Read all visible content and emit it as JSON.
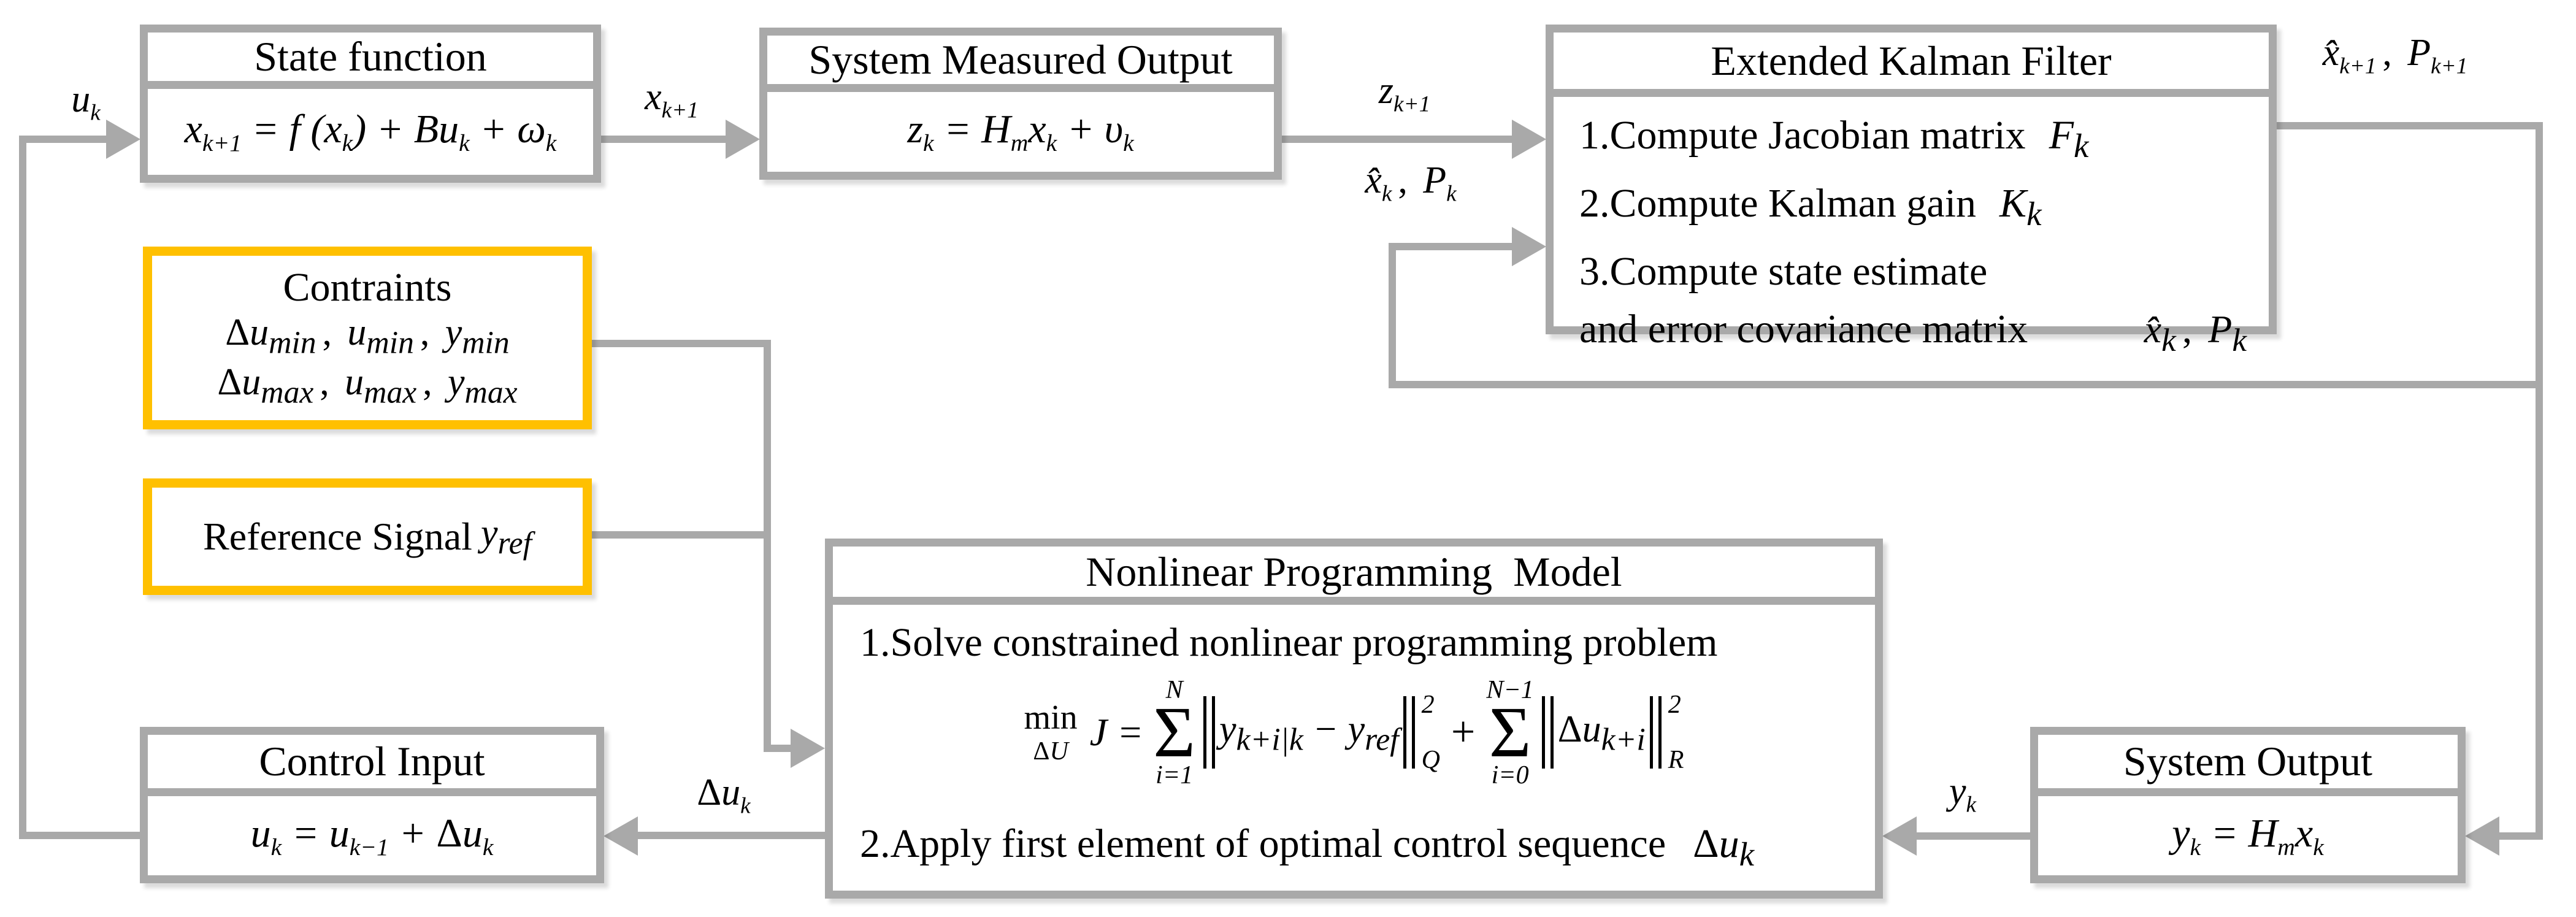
{
  "diagram": {
    "colors": {
      "line": "#a9a9a9",
      "accent": "#ffc000",
      "text": "#000000",
      "background": "#ffffff"
    },
    "boxes": {
      "state_fn": {
        "title": "State function",
        "formula": "x_{k+1} = f (x_{k}) + Bu_{k} + ω_{k}"
      },
      "measured_output": {
        "title": "System Measured Output",
        "formula": "z_{k} = H_{m}x_{k} + υ_{k}"
      },
      "ekf": {
        "title": "Extended Kalman Filter",
        "lines": [
          {
            "text": "1.Compute Jacobian matrix",
            "math": "F_{k}"
          },
          {
            "text": "2.Compute Kalman gain",
            "math": "K_{k}"
          },
          {
            "text": "3.Compute state estimate",
            "math": ""
          },
          {
            "text": "and error covariance matrix",
            "math": ""
          }
        ],
        "side_label": "x̂_{k}、 P_{k}"
      },
      "constraints": {
        "title": "Contraints",
        "line1": "Δu_{min}、 u_{min}、 y_{min}",
        "line2": "Δu_{max}、 u_{max}、 y_{max}"
      },
      "reference": {
        "label": "Reference Signal",
        "math": "y_{ref}"
      },
      "control_input": {
        "title": "Control Input",
        "formula": "u_{k} = u_{k−1} + Δu_{k}"
      },
      "npm": {
        "title": "Nonlinear Programming  Model",
        "item1": "1.Solve constrained nonlinear programming problem",
        "item2": "2.Apply first element of optimal control sequence",
        "item2_math": "Δu_{k}",
        "objective": {
          "min_top": "min",
          "min_bottom": "ΔU",
          "lhs": "J =",
          "sigma": "Σ",
          "sum1_top": "N",
          "sum1_bottom": "i=1",
          "norm1_body": "y_{k+i|k} − y_{ref}",
          "norm1_sup": "2",
          "norm1_sub": "Q",
          "plus": "+",
          "sum2_top": "N−1",
          "sum2_bottom": "i=0",
          "norm2_body": "Δu_{k+i}",
          "norm2_sup": "2",
          "norm2_sub": "R"
        }
      },
      "system_output": {
        "title": "System Output",
        "formula": "y_{k} = H_{m}x_{k}"
      }
    },
    "labels": {
      "u_k": "u_{k}",
      "x_k1": "x_{k+1}",
      "z_k1": "z_{k+1}",
      "xhat_p": "x̂_{k}、 P_{k}",
      "xhat_p_k1": "x̂_{k+1}、 P_{k+1}",
      "du_k": "Δu_{k}",
      "y_k": "y_{k}"
    }
  }
}
